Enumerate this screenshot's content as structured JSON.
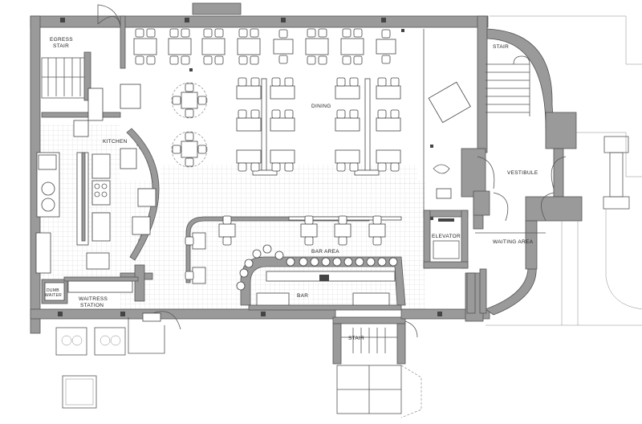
{
  "rooms": {
    "egress_stair": "EGRESS",
    "egress_stair_2": "STAIR",
    "kitchen": "KITCHEN",
    "dining": "DINING",
    "stair_top_right": "STAIR",
    "vestibule": "VESTIBULE",
    "elevator": "ELEVATOR",
    "waiting_area": "WAITING AREA",
    "bar_area": "BAR AREA",
    "bar": "BAR",
    "dumb_waiter_1": "DUMB",
    "dumb_waiter_2": "WAITER",
    "waitress_station_1": "WAITRESS",
    "waitress_station_2": "STATION",
    "stair_bottom": "STAIR"
  },
  "colors": {
    "wall": "#9a9a9a",
    "line": "#444444",
    "background": "#ffffff"
  }
}
